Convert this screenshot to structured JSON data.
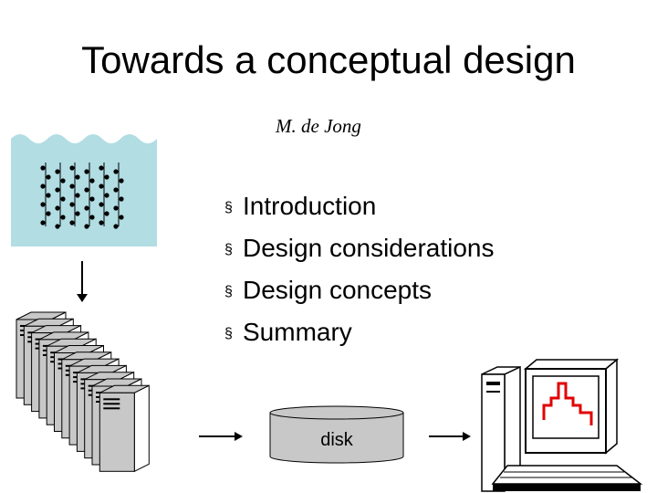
{
  "slide": {
    "title": "Towards a conceptual design",
    "author": "M. de Jong",
    "agenda_bullet": "§",
    "agenda": [
      {
        "label": "Introduction"
      },
      {
        "label": "Design considerations"
      },
      {
        "label": "Design concepts"
      },
      {
        "label": "Summary"
      }
    ],
    "disk_label": "disk"
  },
  "icons": [
    "water-detector-icon",
    "down-arrow-icon",
    "server-rack-icon",
    "right-arrow-icon",
    "disk-icon",
    "computer-icon"
  ],
  "colors": {
    "water": "#b1dde3",
    "wave": "#ffffff",
    "server_face": "#c8c8c8",
    "disk_fill": "#c8c8c8",
    "screen_plot": "#e00000"
  }
}
